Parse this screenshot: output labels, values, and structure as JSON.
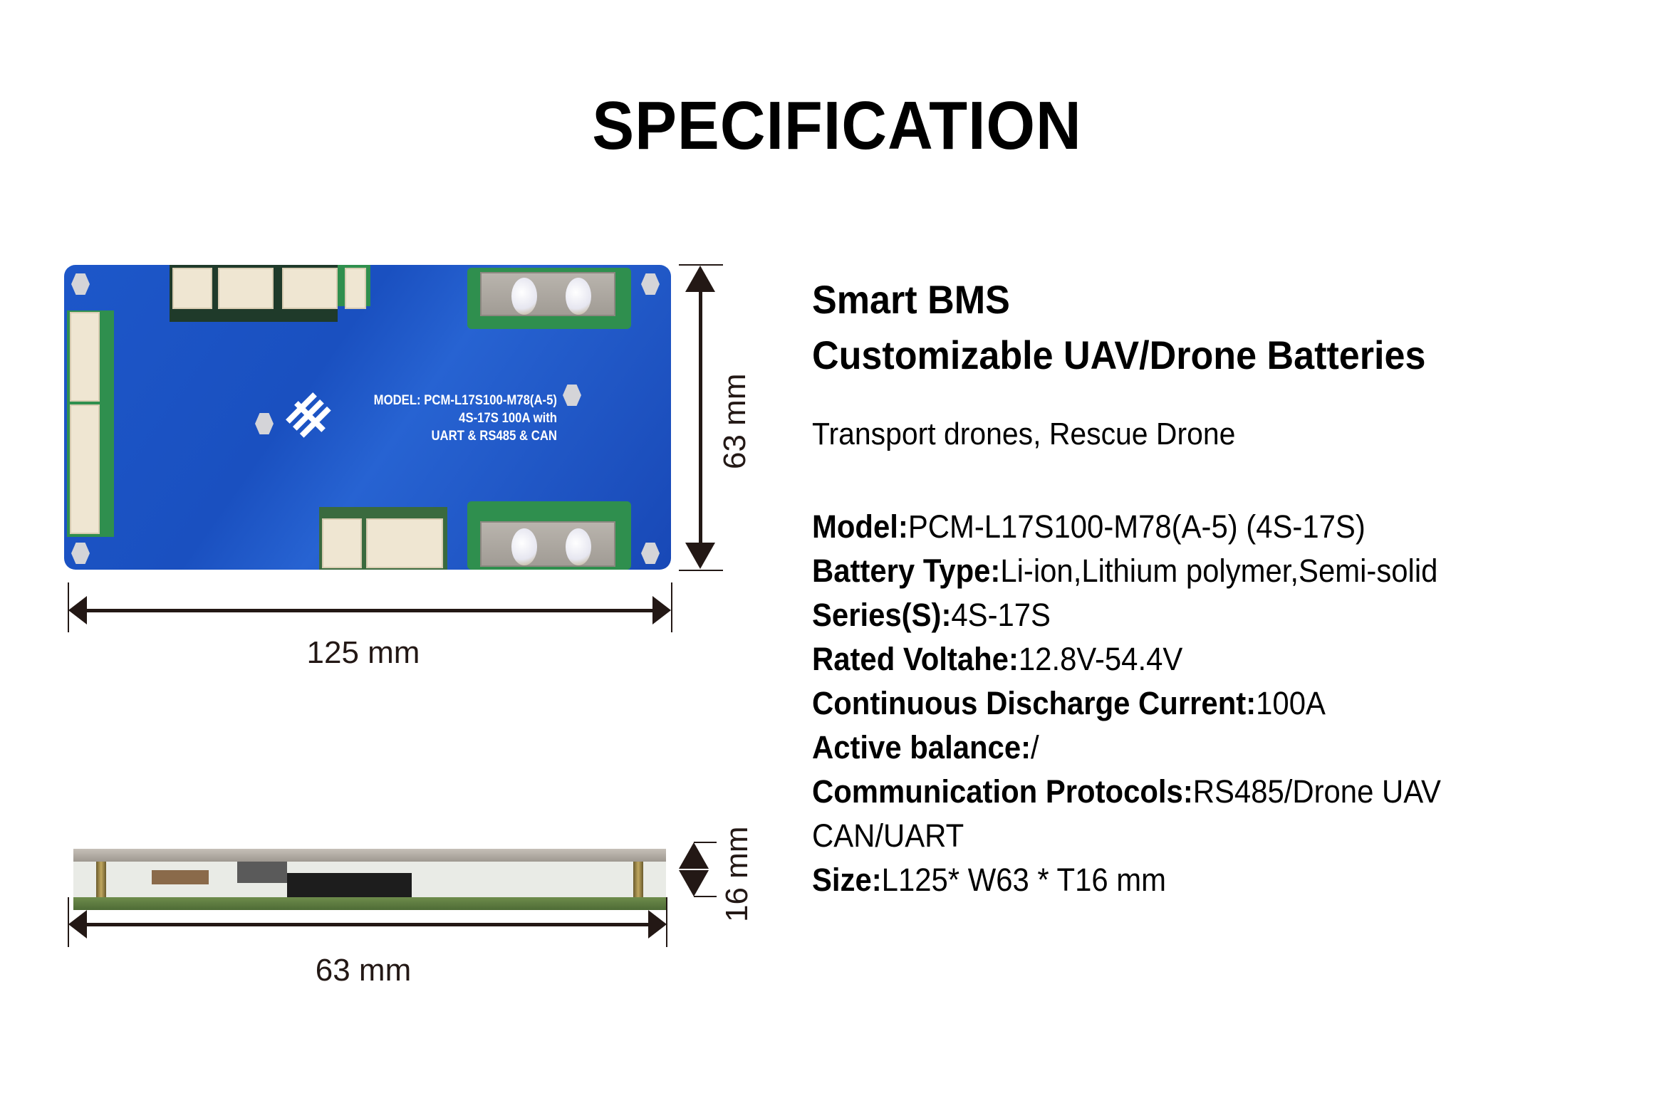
{
  "title": "SPECIFICATION",
  "pcb_top_view": {
    "board_label": {
      "line1": "MODEL: PCM-L17S100-M78(A-5)",
      "line2": "4S-17S 100A with",
      "line3": "UART & RS485 & CAN"
    },
    "board_color": "#1d57c9",
    "width_dimension": "125 mm",
    "height_dimension": "63 mm"
  },
  "pcb_side_view": {
    "width_dimension": "63 mm",
    "thickness_dimension": "16 mm"
  },
  "product": {
    "heading1": "Smart BMS",
    "heading2": "Customizable UAV/Drone Batteries",
    "applications": "Transport drones, Rescue Drone"
  },
  "specs": [
    {
      "label": "Model:",
      "value": "PCM-L17S100-M78(A-5) (4S-17S)"
    },
    {
      "label": "Battery Type:",
      "value": "Li-ion,Lithium polymer,Semi-solid"
    },
    {
      "label": "Series(S):",
      "value": "4S-17S"
    },
    {
      "label": "Rated Voltahe:",
      "value": "12.8V-54.4V"
    },
    {
      "label": "Continuous Discharge Current:",
      "value": "100A"
    },
    {
      "label": "Active balance:",
      "value": "/"
    },
    {
      "label": "Communication Protocols:",
      "value": "RS485/Drone UAV"
    },
    {
      "label": "",
      "value": "CAN/UART"
    },
    {
      "label": "Size:",
      "value": "L125* W63 * T16 mm"
    }
  ]
}
